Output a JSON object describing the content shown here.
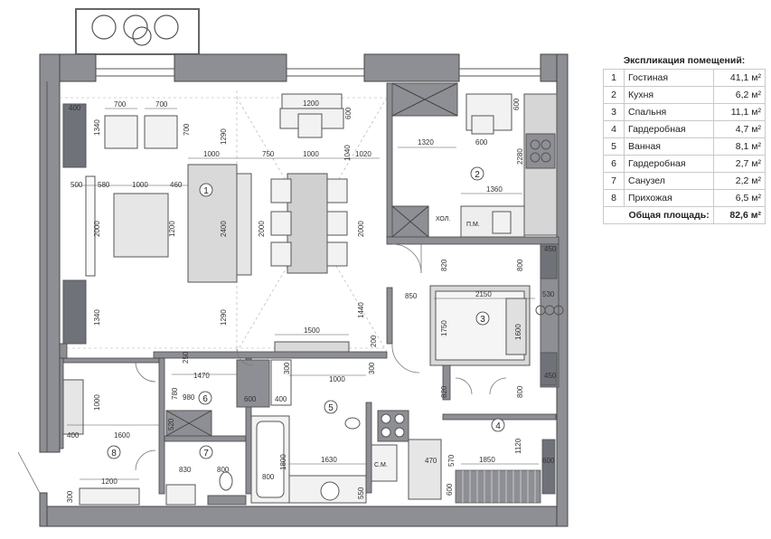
{
  "legend": {
    "title": "Экспликация помещений:",
    "rows": [
      {
        "num": "1",
        "name": "Гостиная",
        "area": "41,1 м²"
      },
      {
        "num": "2",
        "name": "Кухня",
        "area": "6,2 м²"
      },
      {
        "num": "3",
        "name": "Спальня",
        "area": "11,1 м²"
      },
      {
        "num": "4",
        "name": "Гардеробная",
        "area": "4,7 м²"
      },
      {
        "num": "5",
        "name": "Ванная",
        "area": "8,1 м²"
      },
      {
        "num": "6",
        "name": "Гардеробная",
        "area": "2,7 м²"
      },
      {
        "num": "7",
        "name": "Санузел",
        "area": "2,2 м²"
      },
      {
        "num": "8",
        "name": "Прихожая",
        "area": "6,5 м²"
      }
    ],
    "total_label": "Общая площадь:",
    "total_value": "82,6 м²"
  },
  "plan": {
    "room_numbers": [
      "1",
      "2",
      "3",
      "4",
      "5",
      "6",
      "7",
      "8"
    ],
    "labels": {
      "fridge": "ХОЛ.",
      "dishwasher": "П.М.",
      "washer": "С.М."
    },
    "dimensions": {
      "d700a": "700",
      "d700b": "700",
      "d700c": "700",
      "d400a": "400",
      "d1340a": "1340",
      "d1200a": "1200",
      "d600a": "600",
      "d1290a": "1290",
      "d1000a": "1000",
      "d750": "750",
      "d1000b": "1000",
      "d1040": "1040",
      "d1020": "1020",
      "d500": "500",
      "d580": "580",
      "d1000c": "1000",
      "d460": "460",
      "d2000a": "2000",
      "d1200b": "1200",
      "d2400": "2400",
      "d2000b": "2000",
      "d2000c": "2000",
      "d1340b": "1340",
      "d1290b": "1290",
      "d1440": "1440",
      "d1500": "1500",
      "d200": "200",
      "d1320": "1320",
      "d600b": "600",
      "d2280": "2280",
      "d1360": "1360",
      "d600c": "600",
      "d820a": "820",
      "d850": "850",
      "d2150": "2150",
      "d1750": "1750",
      "d1600a": "1600",
      "d800a": "800",
      "d450a": "450",
      "d530": "530",
      "d450b": "450",
      "d250": "250",
      "d1470": "1470",
      "d300a": "300",
      "d1000d": "1000",
      "d300b": "300",
      "d780": "780",
      "d980": "980",
      "d600d": "600",
      "d400b": "400",
      "d820b": "820",
      "d800b": "800",
      "d1000e": "1000",
      "d1600b": "1600",
      "d400c": "400",
      "d520": "520",
      "d1800": "1800",
      "d1630": "1630",
      "d570": "570",
      "d1120": "1120",
      "d470": "470",
      "d1850": "1850",
      "d600e": "600",
      "d600f": "600",
      "d830": "830",
      "d800c": "800",
      "d1200c": "1200",
      "d300c": "300",
      "d800d": "800",
      "d550": "550"
    }
  }
}
